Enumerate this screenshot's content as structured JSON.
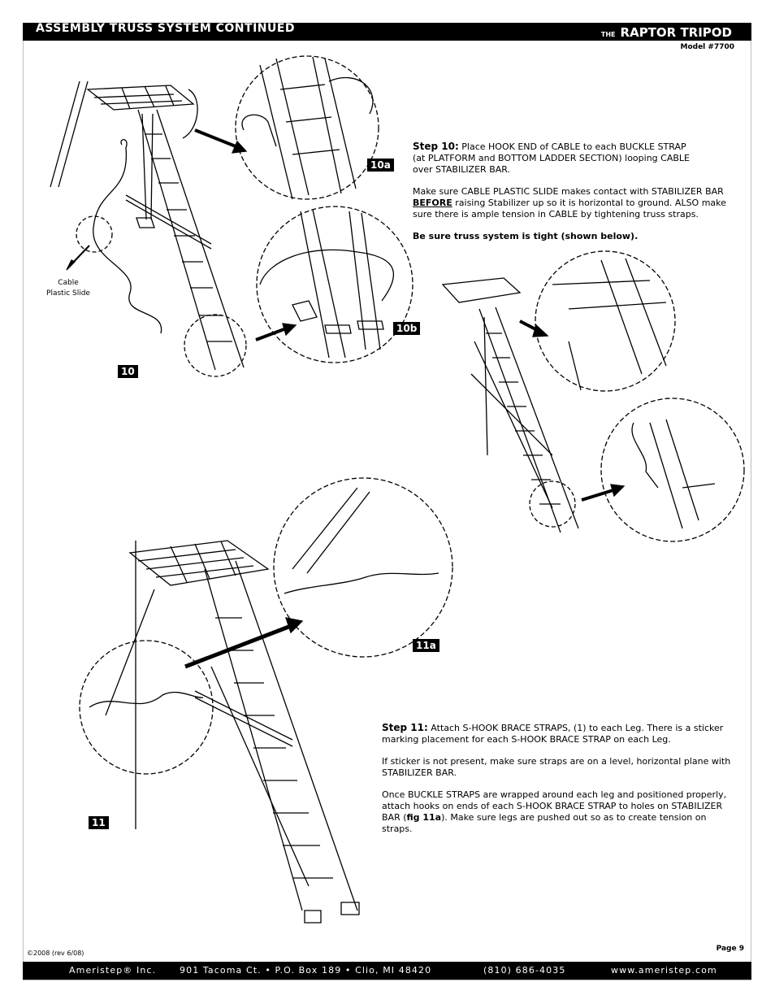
{
  "header": {
    "title": "ASSEMBLY TRUSS SYSTEM CONTINUED",
    "brand_prefix": "THE",
    "brand_name": "RAPTOR TRIPOD",
    "model": "Model #7700"
  },
  "figures": {
    "fig10": "10",
    "fig10a": "10a",
    "fig10b": "10b",
    "fig11": "11",
    "fig11a": "11a",
    "callout_line1": "Cable",
    "callout_line2": "Plastic Slide"
  },
  "step10": {
    "heading": "Step 10:",
    "p1": "Place HOOK END of CABLE to each BUCKLE STRAP",
    "p1b": "(at PLATFORM and BOTTOM LADDER SECTION) looping CABLE",
    "p1c": "over STABILIZER BAR.",
    "p2a": "Make sure CABLE PLASTIC SLIDE makes contact with STABILIZER BAR",
    "p2_before": "BEFORE",
    "p2b": " raising Stabilizer up so it is horizontal to ground. ALSO make",
    "p2c": "sure there is ample tension in CABLE by tightening truss straps.",
    "p3": "Be sure truss system is tight (shown below)."
  },
  "step11": {
    "heading": "Step 11:",
    "p1a": " Attach S-HOOK BRACE STRAPS, (1) to each Leg. There is a sticker",
    "p1b": "marking placement for each S-HOOK BRACE STRAP on each Leg.",
    "p2a": "If sticker is not present, make sure straps are on a level, horizontal plane with",
    "p2b": "STABILIZER BAR.",
    "p3a": "Once BUCKLE STRAPS are wrapped around each leg and positioned properly,",
    "p3b": "attach hooks on ends of each S-HOOK BRACE STRAP to holes on STABILIZER",
    "p3c_pre": "BAR (",
    "p3c_ref": "fig 11a",
    "p3c_post": ").  Make sure legs are pushed out so as to create tension on straps."
  },
  "footer": {
    "copyright": "©2008 (rev 6/08)",
    "page": "Page 9",
    "company": "Ameristep® Inc.",
    "address": "901 Tacoma Ct. • P.O. Box 189 • Clio, MI  48420",
    "phone": "(810) 686-4035",
    "website": "www.ameristep.com"
  }
}
